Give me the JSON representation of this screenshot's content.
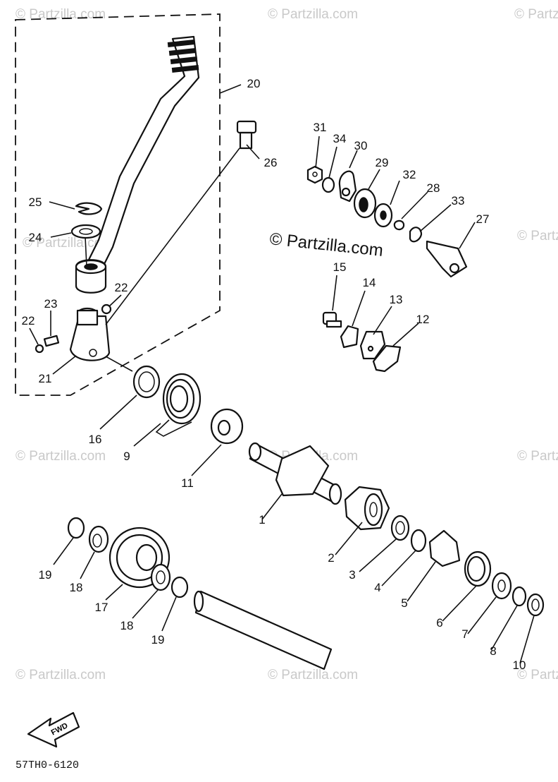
{
  "watermark": "© Partzilla.com",
  "main_watermark": "© Partzilla.com",
  "diagram_code": "57TH0-6120",
  "direction_label": "FWD",
  "callouts": [
    "20",
    "26",
    "31",
    "34",
    "30",
    "29",
    "32",
    "28",
    "33",
    "27",
    "25",
    "24",
    "22",
    "23",
    "22",
    "21",
    "15",
    "14",
    "13",
    "12",
    "16",
    "9",
    "11",
    "1",
    "2",
    "3",
    "4",
    "5",
    "6",
    "7",
    "8",
    "10",
    "19",
    "18",
    "17",
    "18",
    "19"
  ]
}
